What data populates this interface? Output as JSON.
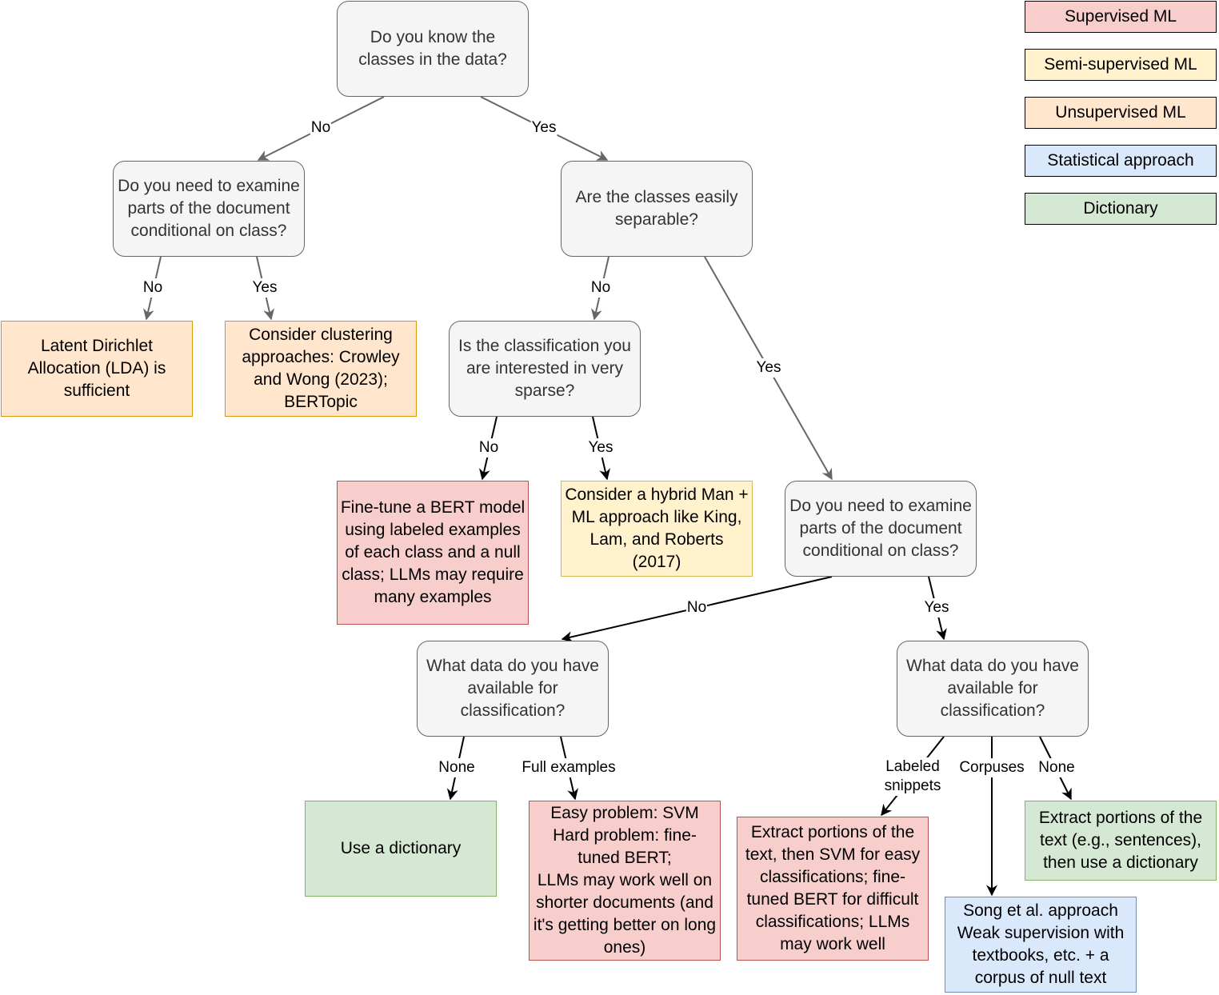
{
  "nodes": {
    "q_classes_known": "Do you know the classes in the data?",
    "q_examine_parts_left": "Do you need to examine parts of the document conditional on class?",
    "q_separable": "Are the classes easily separable?",
    "q_sparse": "Is the classification you are interested in very sparse?",
    "q_examine_parts_right": "Do you need to examine parts of the document conditional on class?",
    "q_data_left": "What data do you have available for classification?",
    "q_data_right": "What data do you have available for classification?",
    "leaf_lda": "Latent Dirichlet Allocation (LDA) is sufficient",
    "leaf_clustering": "Consider clustering approaches: Crowley and Wong (2023); BERTopic",
    "leaf_finetune_bert": "Fine-tune a BERT model using labeled examples of each class and a null class; LLMs may require many examples",
    "leaf_hybrid": "Consider a hybrid Man + ML approach like King, Lam, and Roberts (2017)",
    "leaf_use_dictionary": "Use a dictionary",
    "leaf_svm_bert": "Easy problem: SVM\nHard problem: fine-tuned BERT;\nLLMs may work well on shorter documents (and it's getting better on long ones)",
    "leaf_extract_svm": "Extract portions of the text, then SVM for easy classifications; fine-tuned BERT for difficult classifications; LLMs may work well",
    "leaf_song": "Song et al. approach\nWeak supervision with textbooks, etc. + a corpus of null text",
    "leaf_extract_dict": "Extract portions of the text (e.g., sentences), then use a dictionary"
  },
  "edge_labels": {
    "e1": "No",
    "e2": "Yes",
    "e3": "No",
    "e4": "Yes",
    "e5": "No",
    "e6": "Yes",
    "e7": "No",
    "e8": "Yes",
    "e9": "No",
    "e10": "Yes",
    "e11": "None",
    "e12": "Full examples",
    "e13": "Labeled\nsnippets",
    "e14": "Corpuses",
    "e15": "None"
  },
  "legend": [
    {
      "label": "Supervised ML",
      "fill": "#f8cecc",
      "stroke": "#b85450"
    },
    {
      "label": "Semi-supervised ML",
      "fill": "#fff2cc",
      "stroke": "#d6b656"
    },
    {
      "label": "Unsupervised ML",
      "fill": "#ffe6cc",
      "stroke": "#d79b00"
    },
    {
      "label": "Statistical approach",
      "fill": "#dae8fc",
      "stroke": "#6c8ebf"
    },
    {
      "label": "Dictionary",
      "fill": "#d5e8d4",
      "stroke": "#82b366"
    }
  ],
  "colors": {
    "question_fill": "#f5f5f5",
    "question_stroke": "#666666",
    "edge_gray": "#666666",
    "edge_black": "#000000"
  }
}
